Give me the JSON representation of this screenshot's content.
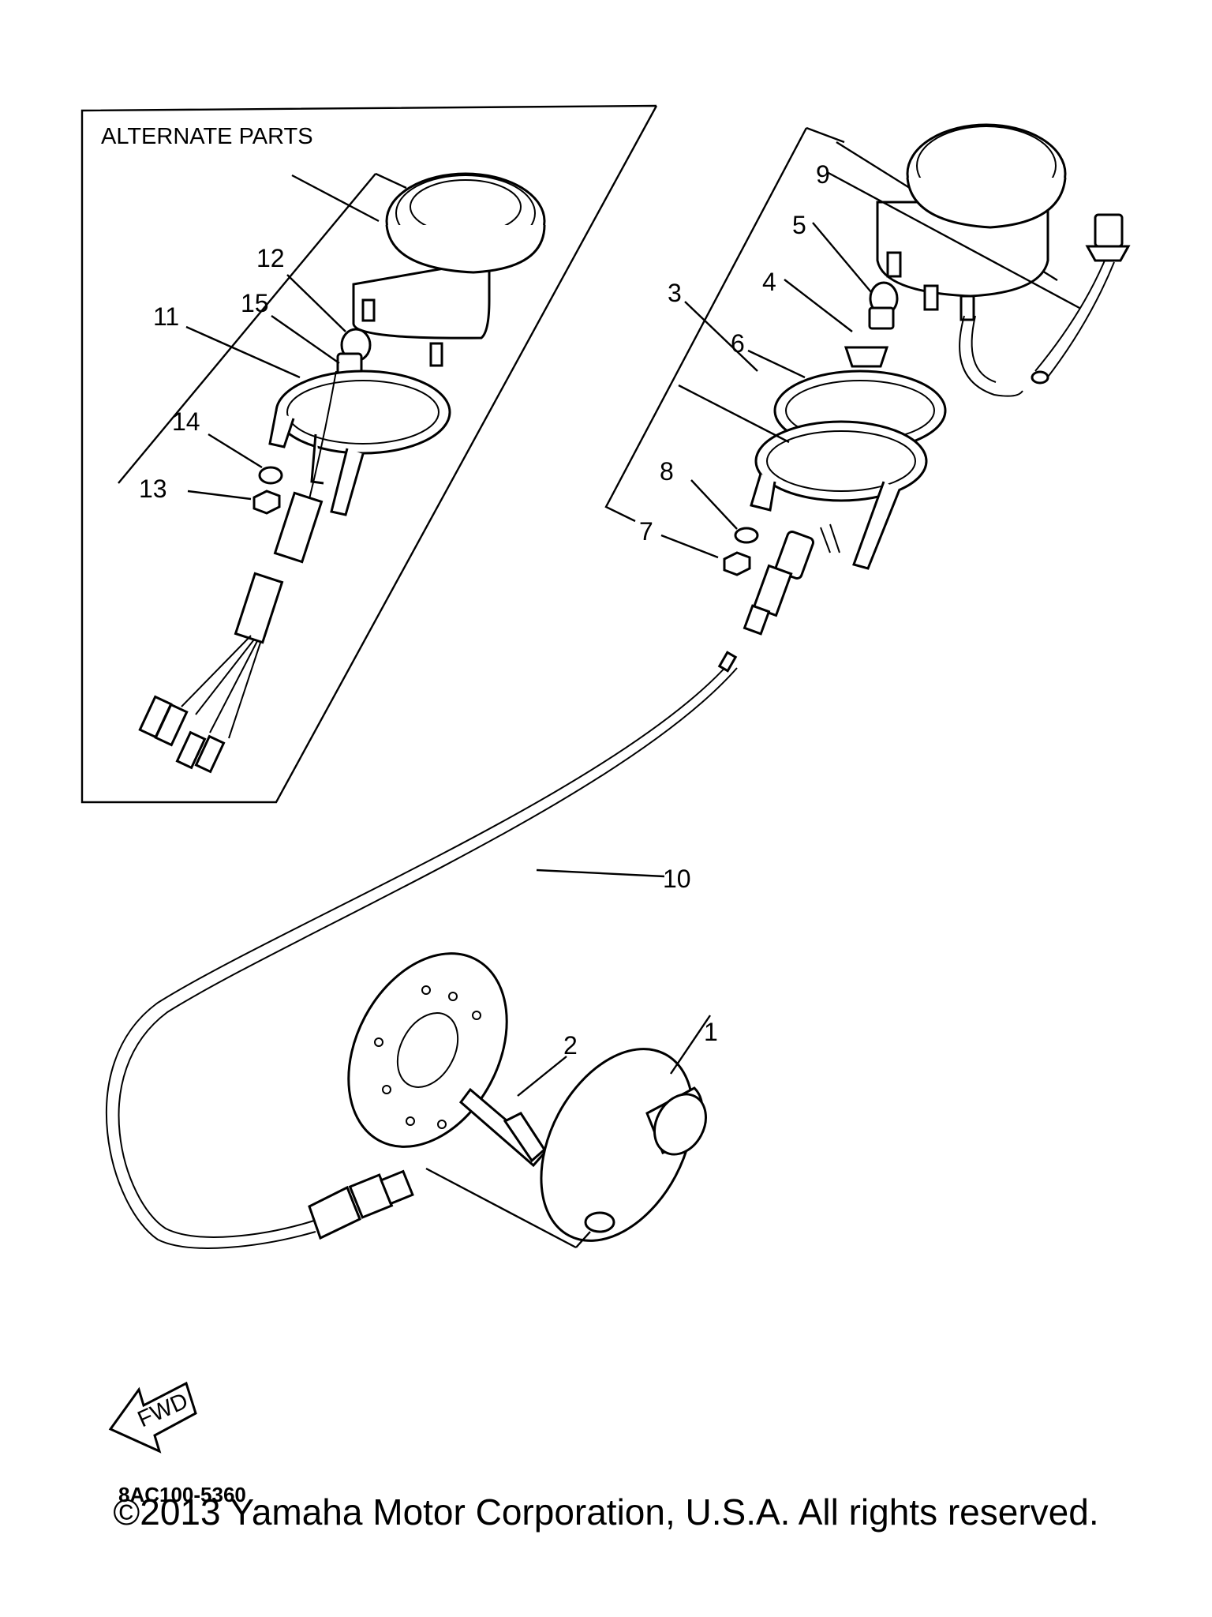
{
  "figure": {
    "inset_title": "ALTERNATE PARTS",
    "fwd_label": "FWD",
    "drawing_code": "8AC100-5360",
    "copyright": "©2013 Yamaha Motor Corporation, U.S.A. All rights reserved."
  },
  "callouts": [
    {
      "id": "1",
      "label": "1"
    },
    {
      "id": "2",
      "label": "2"
    },
    {
      "id": "3",
      "label": "3"
    },
    {
      "id": "4",
      "label": "4"
    },
    {
      "id": "5",
      "label": "5"
    },
    {
      "id": "6",
      "label": "6"
    },
    {
      "id": "7",
      "label": "7"
    },
    {
      "id": "8",
      "label": "8"
    },
    {
      "id": "9",
      "label": "9"
    },
    {
      "id": "10",
      "label": "10"
    },
    {
      "id": "11",
      "label": "11"
    },
    {
      "id": "12",
      "label": "12"
    },
    {
      "id": "13",
      "label": "13"
    },
    {
      "id": "14",
      "label": "14"
    },
    {
      "id": "15",
      "label": "15"
    }
  ]
}
